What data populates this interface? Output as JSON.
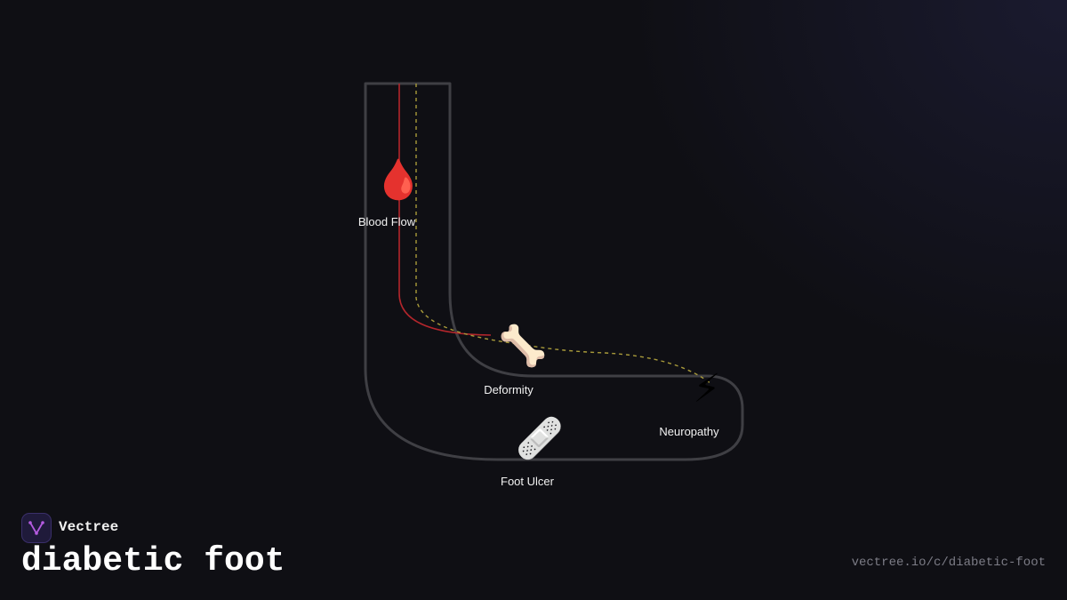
{
  "brand": {
    "name": "Vectree",
    "logo_icon": "vectree-logo-icon"
  },
  "title": "diabetic foot",
  "url": "vectree.io/c/diabetic-foot",
  "nodes": [
    {
      "id": "blood-flow",
      "label": "Blood Flow",
      "icon": "blood-drop-icon",
      "glyph": "🩸"
    },
    {
      "id": "deformity",
      "label": "Deformity",
      "icon": "bone-icon",
      "glyph": "🦴"
    },
    {
      "id": "neuropathy",
      "label": "Neuropathy",
      "icon": "lightning-icon",
      "glyph": "⚡"
    },
    {
      "id": "foot-ulcer",
      "label": "Foot Ulcer",
      "icon": "bandage-icon",
      "glyph": "🩹"
    }
  ],
  "colors": {
    "background": "#0f0f14",
    "foot_outline": "#3f3f44",
    "blood_vessel": "#b3262c",
    "nerve": "#a89a3a",
    "logo_accent": "#b45be0"
  }
}
